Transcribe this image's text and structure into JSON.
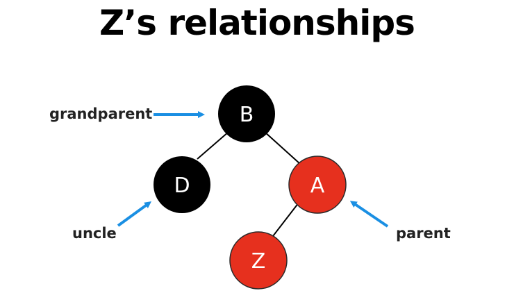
{
  "title": "Z’s relationships",
  "colors": {
    "black_node": "#000000",
    "red_node": "#e6301e",
    "arrow": "#1a8fe3",
    "edge": "#000000"
  },
  "nodes": {
    "B": {
      "label": "B",
      "color": "black"
    },
    "D": {
      "label": "D",
      "color": "black"
    },
    "A": {
      "label": "A",
      "color": "red"
    },
    "Z": {
      "label": "Z",
      "color": "red"
    }
  },
  "edges": [
    {
      "from": "B",
      "to": "D"
    },
    {
      "from": "B",
      "to": "A"
    },
    {
      "from": "A",
      "to": "Z"
    }
  ],
  "relationships": {
    "grandparent": {
      "label": "grandparent",
      "points_to": "B"
    },
    "uncle": {
      "label": "uncle",
      "points_to": "D"
    },
    "parent": {
      "label": "parent",
      "points_to": "A"
    }
  }
}
